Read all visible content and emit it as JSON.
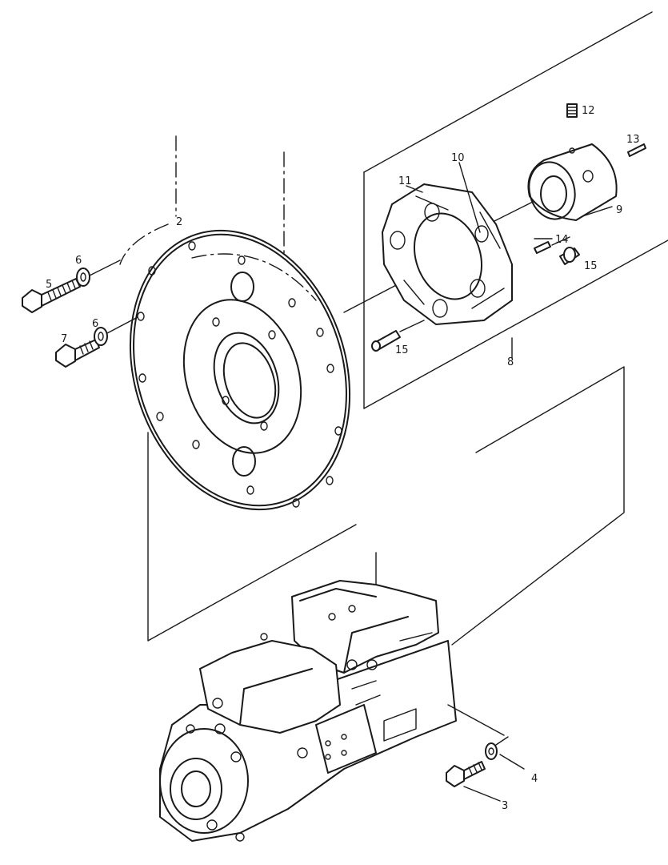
{
  "callouts": {
    "c2": "2",
    "c3": "3",
    "c4": "4",
    "c5": "5",
    "c6a": "6",
    "c6b": "6",
    "c7": "7",
    "c8": "8",
    "c9": "9",
    "c10": "10",
    "c11": "11",
    "c12": "12",
    "c13": "13",
    "c14": "14",
    "c15a": "15",
    "c15b": "15"
  },
  "colors": {
    "ink": "#1a1a1a",
    "paper": "#ffffff"
  }
}
